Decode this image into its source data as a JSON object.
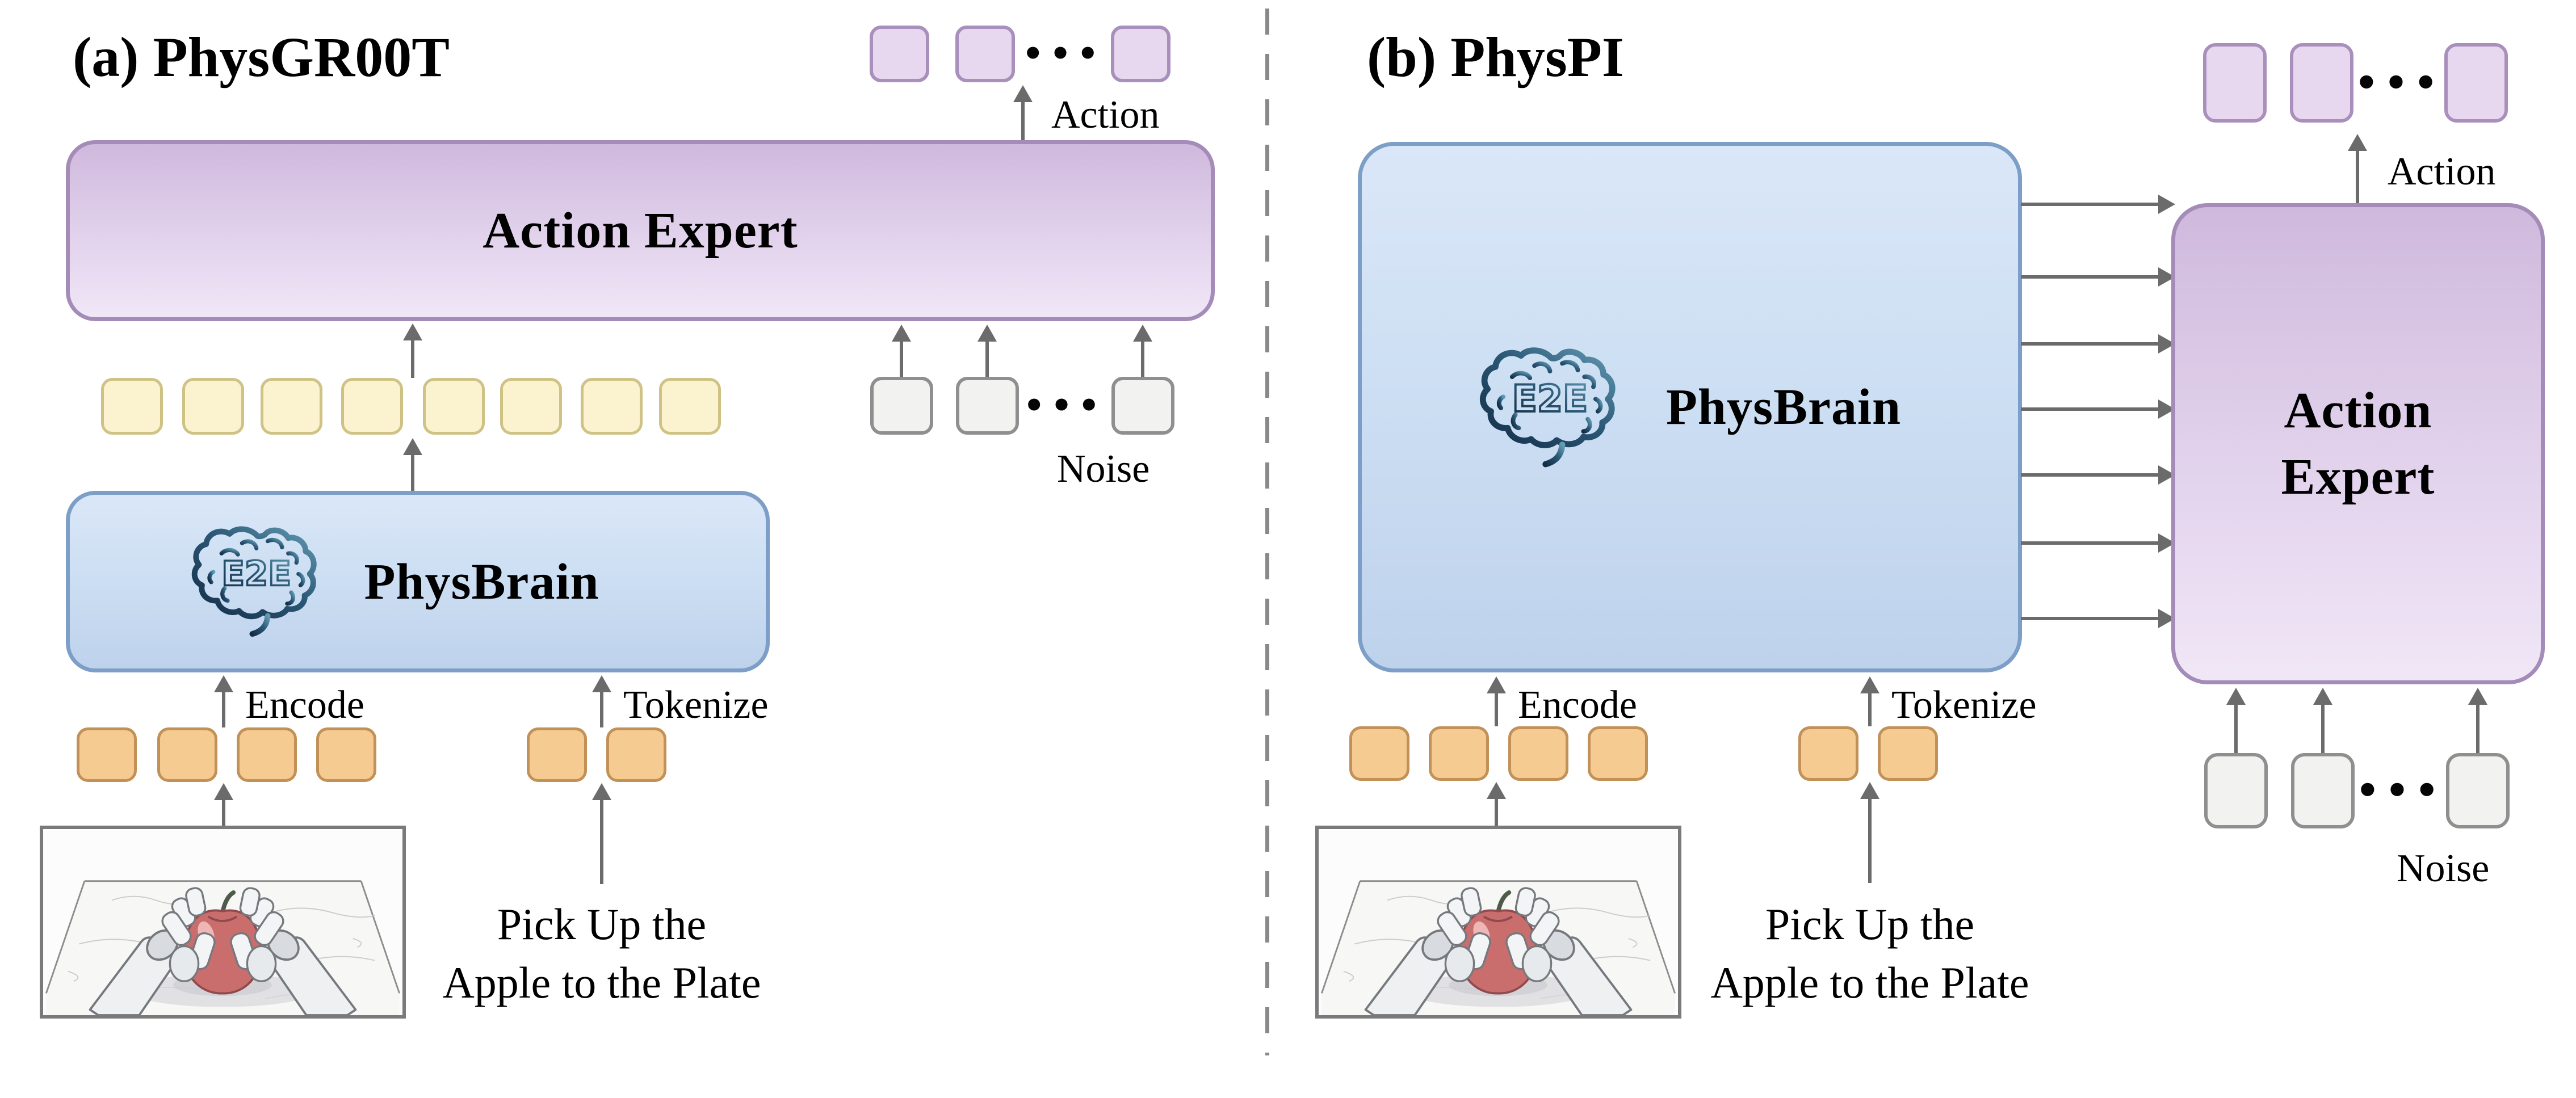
{
  "figure": {
    "panels": [
      {
        "label": "(a) PhysGR00T",
        "physbrain": {
          "name": "PhysBrain",
          "logo_text": "E2E"
        },
        "action_expert": {
          "name": "Action Expert"
        },
        "annotations": {
          "action": "Action",
          "noise": "Noise",
          "encode": "Encode",
          "tokenize": "Tokenize"
        },
        "instruction": {
          "line1": "Pick Up the",
          "line2": "Apple to the Plate"
        },
        "ellipsis": "•••",
        "token_groups": {
          "vision_language_tokens": 8,
          "image_tokens": 4,
          "text_tokens": 2,
          "noise_tokens_visible": 3,
          "action_tokens_visible": 3
        }
      },
      {
        "label": "(b) PhysPI",
        "physbrain": {
          "name": "PhysBrain",
          "logo_text": "E2E"
        },
        "action_expert": {
          "name": "Action Expert",
          "lines": [
            "Action",
            "Expert"
          ]
        },
        "annotations": {
          "action": "Action",
          "noise": "Noise",
          "encode": "Encode",
          "tokenize": "Tokenize"
        },
        "instruction": {
          "line1": "Pick Up the",
          "line2": "Apple to the Plate"
        },
        "ellipsis": "•••",
        "token_groups": {
          "image_tokens": 4,
          "text_tokens": 2,
          "noise_tokens_visible": 3,
          "action_tokens_visible": 3,
          "cross_arrows": 7
        }
      }
    ],
    "colors": {
      "action_expert_box": "#d8c4e4",
      "action_expert_border": "#a58cb8",
      "physbrain_box": "#cadcf2",
      "physbrain_border": "#7d9ec7",
      "vision_language_token": "#fbf3cf",
      "input_token": "#f5cb92",
      "action_token": "#e7d8f0",
      "noise_token": "#f2f2f0",
      "arrow": "#6b6b6b",
      "apple": "#c96d6d"
    }
  }
}
